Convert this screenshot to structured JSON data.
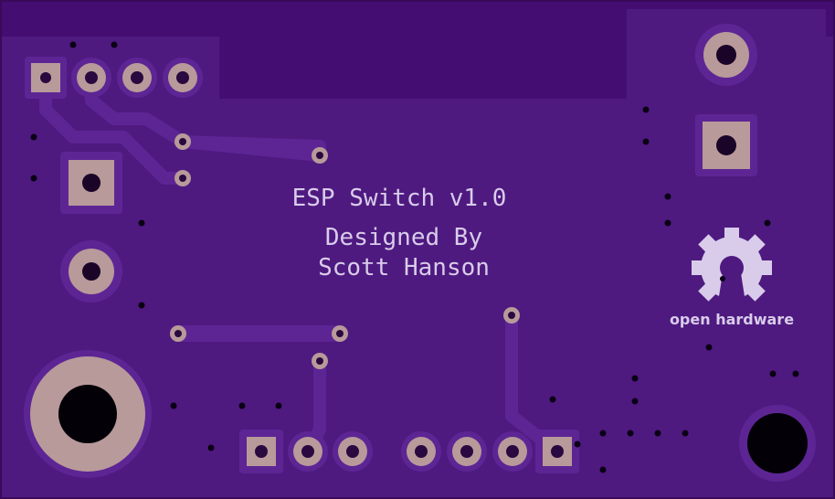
{
  "board": {
    "title": "ESP Switch v1.0",
    "designed_by": "Designed By",
    "author": "Scott Hanson",
    "logo_text": "open hardware"
  },
  "colors": {
    "board_edge": "#3a0a5a",
    "soldermask": "#4f1a80",
    "soldermask_dark": "#420c6e",
    "trace": "#5a2590",
    "pad": "#b89a9a",
    "drill": "#040008",
    "silkscreen": "#d9ccea"
  },
  "icons": {
    "logo": "open-hardware-gear-icon"
  }
}
